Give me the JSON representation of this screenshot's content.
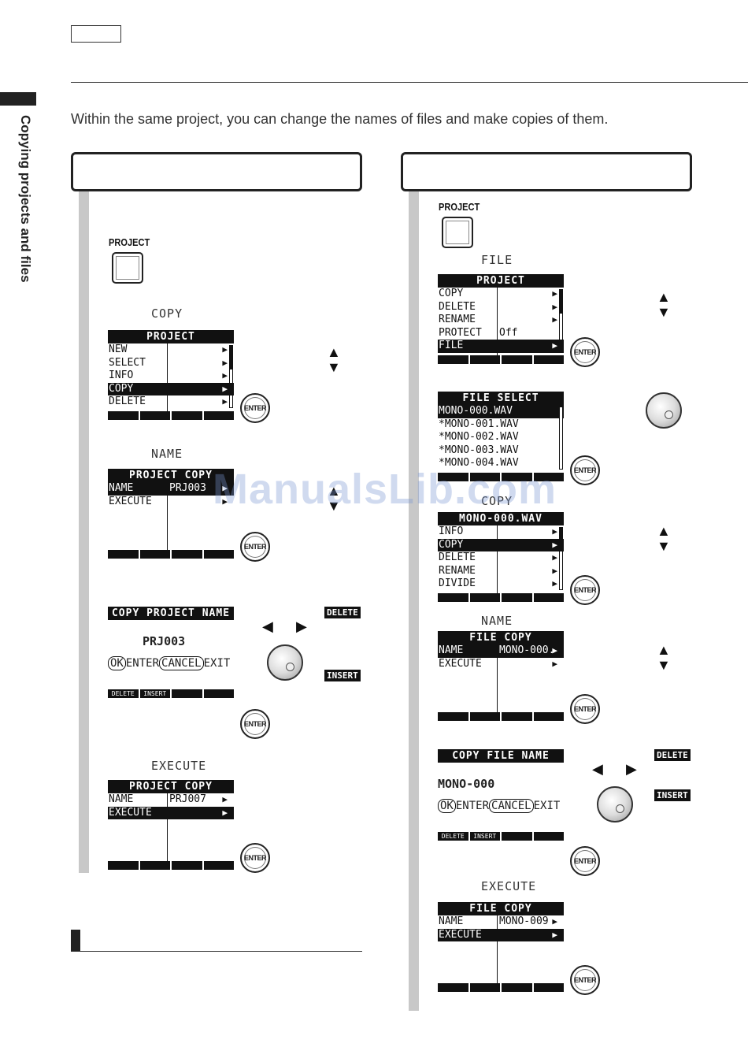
{
  "side_tab": "Copying projects and files",
  "intro": "Within the same project, you can change the names of files and make copies of them.",
  "watermark": "ManualsLib.com",
  "labels": {
    "project": "PROJECT",
    "copy": "COPY",
    "name": "NAME",
    "execute": "EXECUTE",
    "file": "FILE",
    "enter": "ENTER",
    "delete": "DELETE",
    "insert": "INSERT",
    "up": "▲",
    "down": "▼",
    "left": "◀",
    "right": "▶"
  },
  "left": {
    "menu": {
      "title": "PROJECT",
      "rows": [
        {
          "c1": "NEW",
          "c2": "",
          "arr": "▶"
        },
        {
          "c1": "SELECT",
          "c2": "",
          "arr": "▶"
        },
        {
          "c1": "INFO",
          "c2": "",
          "arr": "▶"
        },
        {
          "c1": "COPY",
          "c2": "",
          "arr": "▶"
        },
        {
          "c1": "DELETE",
          "c2": "",
          "arr": "▶"
        }
      ]
    },
    "copy_screen": {
      "title": "PROJECT COPY",
      "rows": [
        {
          "c1": "NAME",
          "c2": "PRJ003",
          "arr": "▶"
        },
        {
          "c1": "EXECUTE",
          "c2": "",
          "arr": "▶"
        }
      ]
    },
    "name_edit": {
      "title": "COPY PROJECT NAME",
      "value": "PRJ003",
      "ok": "OK",
      "enter": "ENTER",
      "cancel": "CANCEL",
      "exit": "EXIT",
      "foot": [
        "DELETE",
        "INSERT",
        "",
        ""
      ]
    },
    "exec_screen": {
      "title": "PROJECT COPY",
      "rows": [
        {
          "c1": "NAME",
          "c2": "PRJ007",
          "arr": "▶"
        },
        {
          "c1": "EXECUTE",
          "c2": "",
          "arr": "▶"
        }
      ]
    }
  },
  "right": {
    "project_menu": {
      "title": "PROJECT",
      "rows": [
        {
          "c1": "COPY",
          "c2": "",
          "arr": "▶"
        },
        {
          "c1": "DELETE",
          "c2": "",
          "arr": "▶"
        },
        {
          "c1": "RENAME",
          "c2": "",
          "arr": "▶"
        },
        {
          "c1": "PROTECT",
          "c2": "Off",
          "arr": ""
        },
        {
          "c1": "FILE",
          "c2": "",
          "arr": "▶"
        }
      ]
    },
    "file_select": {
      "title": "FILE SELECT",
      "rows": [
        "MONO-000.WAV",
        "*MONO-001.WAV",
        "*MONO-002.WAV",
        "*MONO-003.WAV",
        "*MONO-004.WAV"
      ]
    },
    "file_menu": {
      "title": "MONO-000.WAV",
      "rows": [
        {
          "c1": "INFO",
          "c2": "",
          "arr": "▶"
        },
        {
          "c1": "COPY",
          "c2": "",
          "arr": "▶"
        },
        {
          "c1": "DELETE",
          "c2": "",
          "arr": "▶"
        },
        {
          "c1": "RENAME",
          "c2": "",
          "arr": "▶"
        },
        {
          "c1": "DIVIDE",
          "c2": "",
          "arr": "▶"
        }
      ]
    },
    "copy_screen": {
      "title": "FILE COPY",
      "rows": [
        {
          "c1": "NAME",
          "c2": "MONO-000.",
          "arr": "▶"
        },
        {
          "c1": "EXECUTE",
          "c2": "",
          "arr": "▶"
        }
      ]
    },
    "name_edit": {
      "title": "COPY FILE NAME",
      "value": "MONO-000",
      "ok": "OK",
      "enter": "ENTER",
      "cancel": "CANCEL",
      "exit": "EXIT",
      "foot": [
        "DELETE",
        "INSERT",
        "",
        ""
      ]
    },
    "exec_screen": {
      "title": "FILE COPY",
      "rows": [
        {
          "c1": "NAME",
          "c2": "MONO-009",
          "arr": "▶"
        },
        {
          "c1": "EXECUTE",
          "c2": "",
          "arr": "▶"
        }
      ]
    }
  }
}
